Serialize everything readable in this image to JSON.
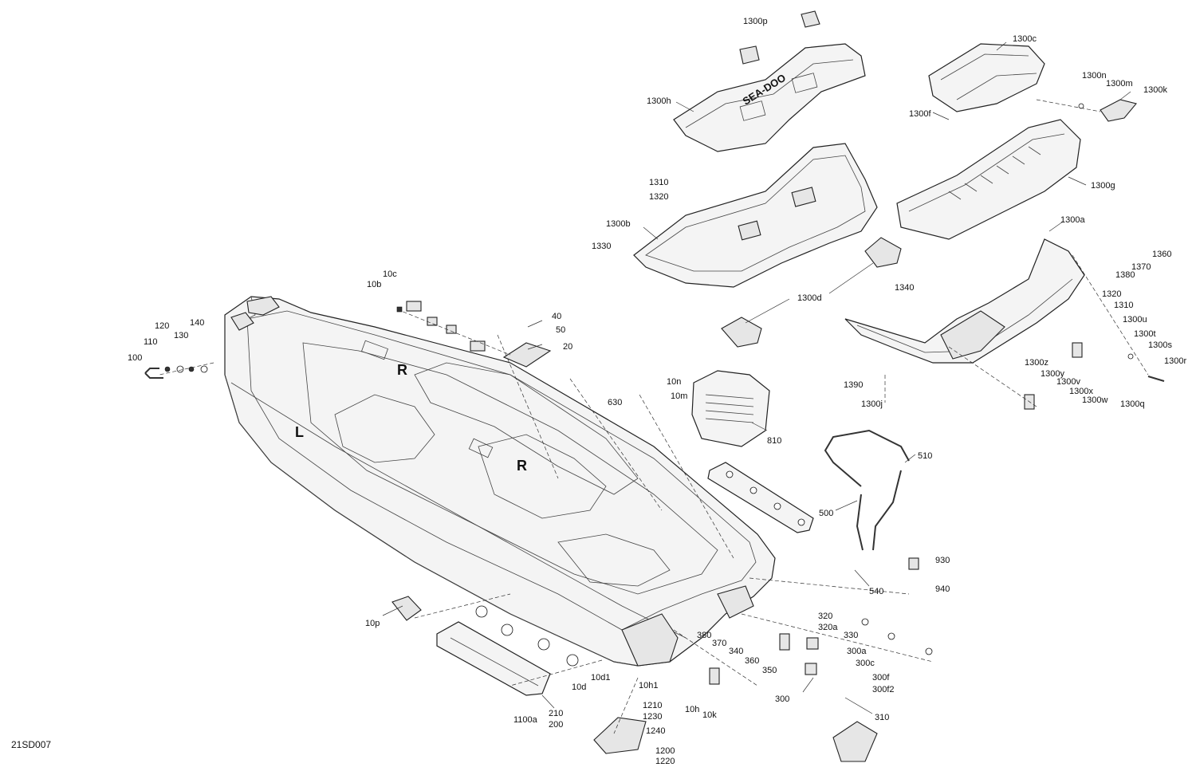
{
  "doc_id": "21SD007",
  "callouts": [
    {
      "id": "1300p",
      "text": "1300p"
    },
    {
      "id": "1300c",
      "text": "1300c"
    },
    {
      "id": "1300n",
      "text": "1300n"
    },
    {
      "id": "1300m",
      "text": "1300m"
    },
    {
      "id": "1300k",
      "text": "1300k"
    },
    {
      "id": "1300h",
      "text": "1300h"
    },
    {
      "id": "1300f",
      "text": "1300f"
    },
    {
      "id": "1300g",
      "text": "1300g"
    },
    {
      "id": "1310a",
      "text": "1310"
    },
    {
      "id": "1320a",
      "text": "1320"
    },
    {
      "id": "1300b",
      "text": "1300b"
    },
    {
      "id": "1330",
      "text": "1330"
    },
    {
      "id": "1300a",
      "text": "1300a"
    },
    {
      "id": "1360",
      "text": "1360"
    },
    {
      "id": "1370",
      "text": "1370"
    },
    {
      "id": "1380",
      "text": "1380"
    },
    {
      "id": "1340",
      "text": "1340"
    },
    {
      "id": "1300d",
      "text": "1300d"
    },
    {
      "id": "1320b",
      "text": "1320"
    },
    {
      "id": "1310b",
      "text": "1310"
    },
    {
      "id": "1300u",
      "text": "1300u"
    },
    {
      "id": "1300t",
      "text": "1300t"
    },
    {
      "id": "1300s",
      "text": "1300s"
    },
    {
      "id": "1300r",
      "text": "1300r"
    },
    {
      "id": "1300z",
      "text": "1300z"
    },
    {
      "id": "1300y",
      "text": "1300y"
    },
    {
      "id": "1300v",
      "text": "1300v"
    },
    {
      "id": "1300x",
      "text": "1300x"
    },
    {
      "id": "1300w",
      "text": "1300w"
    },
    {
      "id": "1300q",
      "text": "1300q"
    },
    {
      "id": "1390",
      "text": "1390"
    },
    {
      "id": "1300j",
      "text": "1300j"
    },
    {
      "id": "10c",
      "text": "10c"
    },
    {
      "id": "10b",
      "text": "10b"
    },
    {
      "id": "40",
      "text": "40"
    },
    {
      "id": "50",
      "text": "50"
    },
    {
      "id": "20",
      "text": "20"
    },
    {
      "id": "120",
      "text": "120"
    },
    {
      "id": "140",
      "text": "140"
    },
    {
      "id": "110",
      "text": "110"
    },
    {
      "id": "130",
      "text": "130"
    },
    {
      "id": "100",
      "text": "100"
    },
    {
      "id": "10n",
      "text": "10n"
    },
    {
      "id": "10m",
      "text": "10m"
    },
    {
      "id": "630",
      "text": "630"
    },
    {
      "id": "810",
      "text": "810"
    },
    {
      "id": "510",
      "text": "510"
    },
    {
      "id": "500",
      "text": "500"
    },
    {
      "id": "540",
      "text": "540"
    },
    {
      "id": "930",
      "text": "930"
    },
    {
      "id": "940",
      "text": "940"
    },
    {
      "id": "10p",
      "text": "10p"
    },
    {
      "id": "320",
      "text": "320"
    },
    {
      "id": "320a",
      "text": "320a"
    },
    {
      "id": "330",
      "text": "330"
    },
    {
      "id": "300a",
      "text": "300a"
    },
    {
      "id": "300c",
      "text": "300c"
    },
    {
      "id": "300f",
      "text": "300f"
    },
    {
      "id": "300f2",
      "text": "300f2"
    },
    {
      "id": "300",
      "text": "300"
    },
    {
      "id": "310",
      "text": "310"
    },
    {
      "id": "380",
      "text": "380"
    },
    {
      "id": "370",
      "text": "370"
    },
    {
      "id": "340",
      "text": "340"
    },
    {
      "id": "360",
      "text": "360"
    },
    {
      "id": "350",
      "text": "350"
    },
    {
      "id": "10h1",
      "text": "10h1"
    },
    {
      "id": "10h",
      "text": "10h"
    },
    {
      "id": "10k",
      "text": "10k"
    },
    {
      "id": "10d",
      "text": "10d"
    },
    {
      "id": "10d1",
      "text": "10d1"
    },
    {
      "id": "1210",
      "text": "1210"
    },
    {
      "id": "1230",
      "text": "1230"
    },
    {
      "id": "1240",
      "text": "1240"
    },
    {
      "id": "1200",
      "text": "1200"
    },
    {
      "id": "1220",
      "text": "1220"
    },
    {
      "id": "210",
      "text": "210"
    },
    {
      "id": "200",
      "text": "200"
    },
    {
      "id": "1100a",
      "text": "1100a"
    }
  ],
  "hull_markings": {
    "left": "L",
    "right_front": "R",
    "right_rear": "R"
  },
  "cover_logo": "SEA-DOO"
}
